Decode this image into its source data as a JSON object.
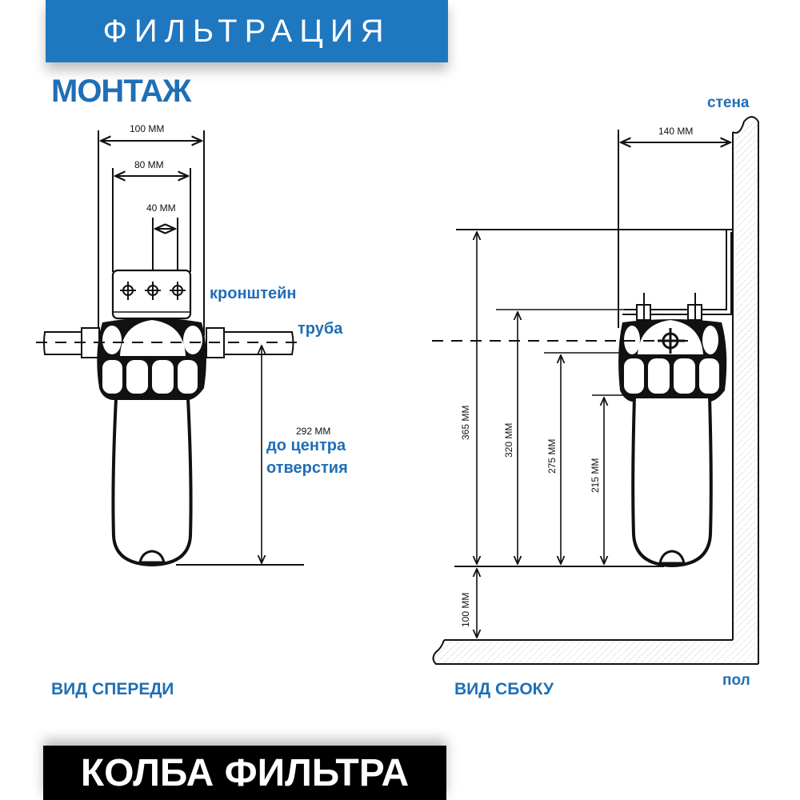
{
  "header": {
    "title": "ФИЛЬТРАЦИЯ",
    "section": "МОНТАЖ"
  },
  "footer": {
    "title": "КОЛБА ФИЛЬТРА"
  },
  "colors": {
    "accent_blue": "#1f77c0",
    "label_blue": "#1f6fb5",
    "line": "#111111",
    "footer_bg": "#000000"
  },
  "front_view": {
    "caption": "ВИД СПЕРЕДИ",
    "dimensions": {
      "width_outer": "100 MM",
      "width_bracket": "80 MM",
      "hole_spacing": "40 MM",
      "height_to_center": "292 MM"
    },
    "labels": {
      "bracket": "кронштейн",
      "pipe": "труба",
      "to_center_line1": "до центра",
      "to_center_line2": "отверстия"
    }
  },
  "side_view": {
    "caption": "ВИД СБОКУ",
    "dimensions": {
      "wall_offset": "140 MM",
      "total_height": "365 MM",
      "bracket_height": "320 MM",
      "head_height": "275 MM",
      "body_height": "215 MM",
      "floor_clearance": "100 MM"
    },
    "labels": {
      "wall": "стена",
      "floor": "пол"
    }
  }
}
